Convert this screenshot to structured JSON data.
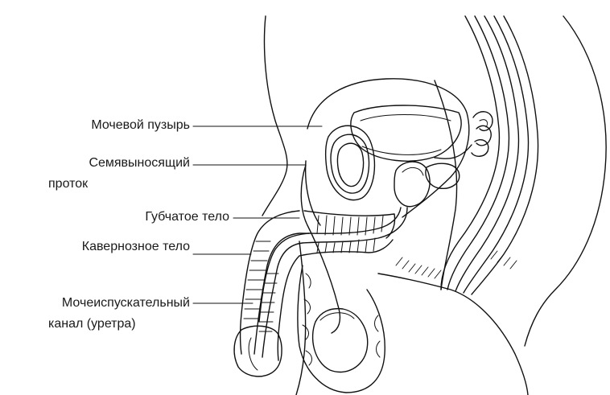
{
  "labels": {
    "bladder": "Мочевой пузырь",
    "vas_deferens_line1": "Семявыносящий",
    "vas_deferens_line2": "проток",
    "spongy_body": "Губчатое тело",
    "cavernous_body": "Кавернозное тело",
    "urethra_line1": "Мочеиспускательный",
    "urethra_line2": "канал (уретра)"
  }
}
